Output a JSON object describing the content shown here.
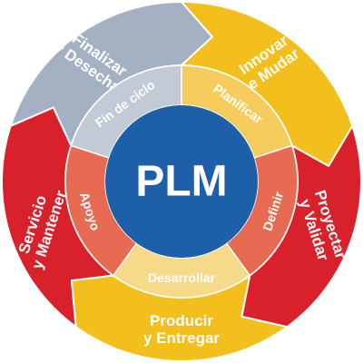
{
  "center": {
    "label": "PLM",
    "color": "#1d5fa8"
  },
  "outer_segments": [
    {
      "id": "finalizar",
      "lines": [
        "Finalizar",
        "y Desechar"
      ],
      "color": "#a3b1c2"
    },
    {
      "id": "innovar",
      "lines": [
        "Innovar",
        "e Mudar"
      ],
      "color": "#f2bf1c"
    },
    {
      "id": "proyectar",
      "lines": [
        "Proyectar",
        "y Validar"
      ],
      "color": "#d8212b"
    },
    {
      "id": "producir",
      "lines": [
        "Producir",
        "y Entregar"
      ],
      "color": "#f2bf1c"
    },
    {
      "id": "servicio",
      "lines": [
        "Servicio",
        "y Mantener"
      ],
      "color": "#d8212b"
    }
  ],
  "inner_segments": [
    {
      "id": "fin-de-ciclo",
      "label": "Fin de ciclo",
      "color": "#c2cad6"
    },
    {
      "id": "planificar",
      "label": "Planificar",
      "color": "#f6cc5c"
    },
    {
      "id": "definir",
      "label": "Definir",
      "color": "#e76a52"
    },
    {
      "id": "desarrollar",
      "label": "Desarrollar",
      "color": "#f7d98a"
    },
    {
      "id": "apoyo",
      "label": "Apoyo",
      "color": "#e76a52"
    }
  ]
}
